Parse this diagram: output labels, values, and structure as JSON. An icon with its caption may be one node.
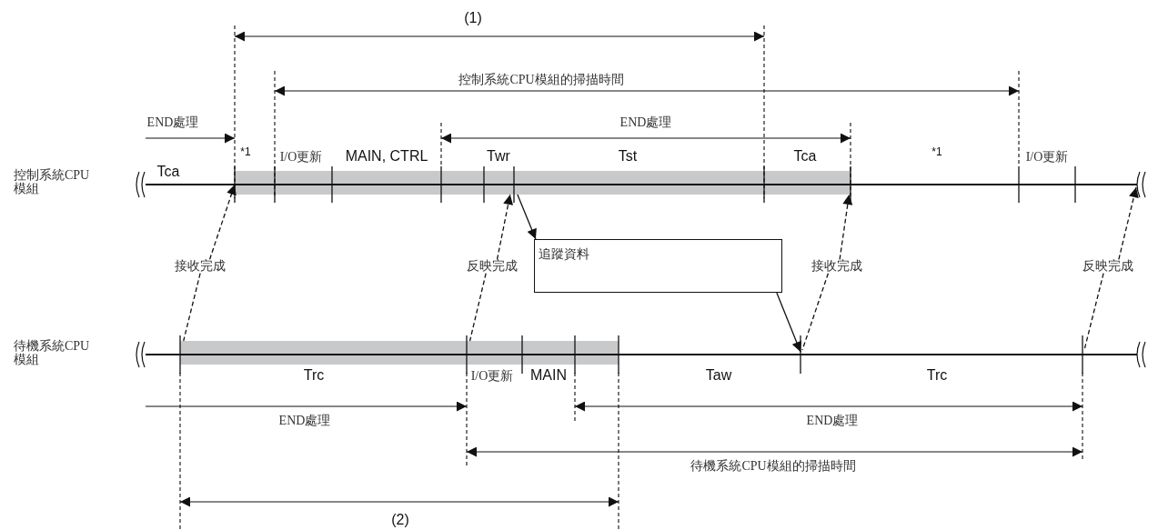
{
  "diagram": {
    "nodes": [
      {
        "text": [
          "追蹤資料"
        ]
      },
      {
        "text": [
          "接收完成"
        ]
      },
      {
        "text": [
          "反映完成"
        ]
      },
      {
        "text": [
          "接收完成"
        ]
      },
      {
        "text": [
          "反映完成"
        ]
      },
      {
        "text": [],
        "shape": "bar"
      },
      {
        "text": [],
        "shape": "bar"
      }
    ],
    "edges": [
      {
        "from": 5,
        "to": 0,
        "arrow": "to"
      },
      {
        "from": 0,
        "to": null,
        "arrow": "to"
      },
      {
        "from": 1,
        "to": 5,
        "arrow": "to",
        "style": "dashed"
      },
      {
        "from": 1,
        "to": 6,
        "arrow": "none",
        "style": "dashed"
      },
      {
        "from": 2,
        "to": 5,
        "arrow": "to",
        "style": "dashed"
      },
      {
        "from": 2,
        "to": 6,
        "arrow": "none",
        "style": "dashed"
      },
      {
        "from": 3,
        "to": 5,
        "arrow": "to",
        "style": "dashed"
      },
      {
        "from": 3,
        "to": null,
        "arrow": "none",
        "style": "dashed"
      },
      {
        "from": 4,
        "to": null,
        "arrow": "to",
        "style": "dashed"
      },
      {
        "from": 4,
        "to": null,
        "arrow": "none",
        "style": "dashed"
      }
    ],
    "labels": [
      "(1)",
      "控制系統CPU模組的掃描時間",
      "END處理",
      "END處理",
      "*1",
      "I/O更新",
      "MAIN, CTRL",
      "Twr",
      "Tst",
      "Tca",
      "*1",
      "I/O更新",
      "控制系統CPU模組",
      "Tca",
      "待機系統CPU模組",
      "Trc",
      "I/O更新",
      "MAIN",
      "Taw",
      "Trc",
      "END處理",
      "END處理",
      "待機系統CPU模組的掃描時間",
      "(2)"
    ]
  }
}
